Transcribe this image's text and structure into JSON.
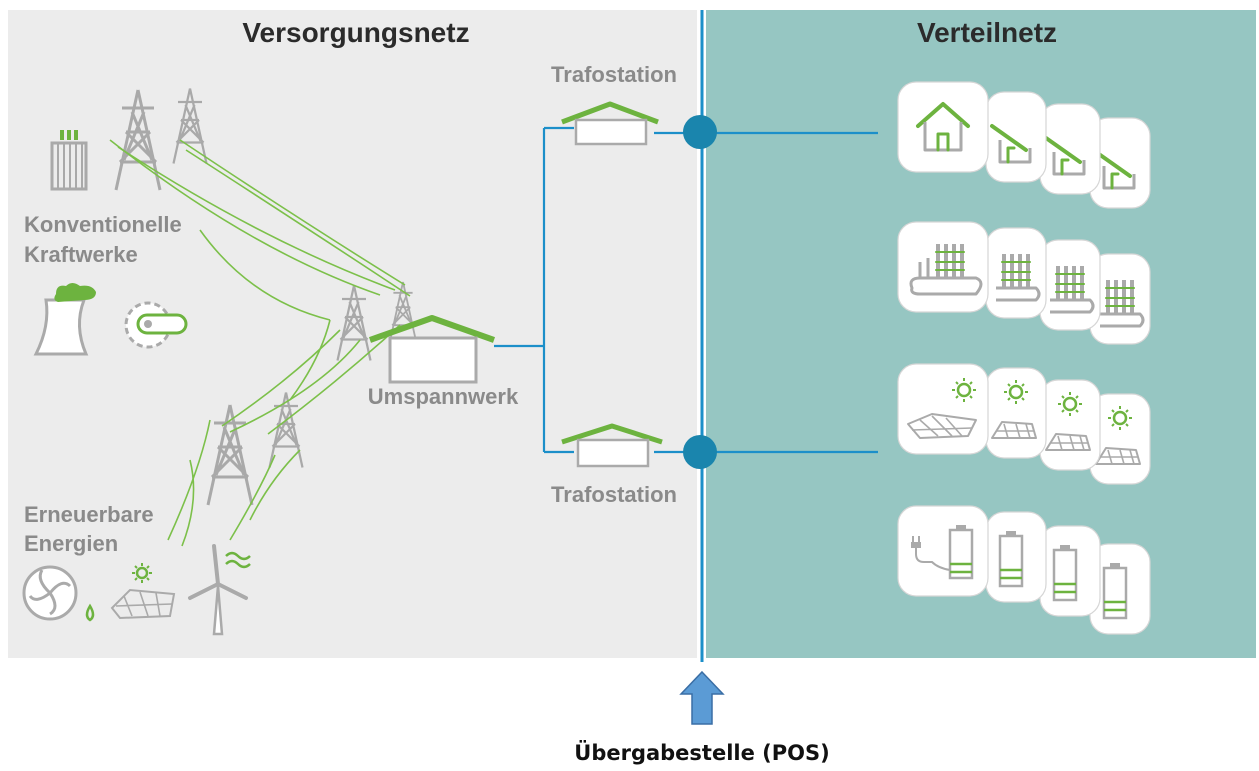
{
  "supply_network": {
    "title": "Versorgungsnetz",
    "conventional_label_line1": "Konventionelle",
    "conventional_label_line2": "Kraftwerke",
    "renewable_label_line1": "Erneuerbare",
    "renewable_label_line2": "Energien",
    "substation_label": "Umspannwerk"
  },
  "transformer_station_top": {
    "label": "Trafostation"
  },
  "transformer_station_bottom": {
    "label": "Trafostation"
  },
  "distribution_network": {
    "title": "Verteilnetz"
  },
  "handover_point": {
    "label": "Übergabestelle (POS)"
  },
  "colors": {
    "supply_background": "#ececec",
    "distribution_background": "#96c6c2",
    "line_blue": "#1c8fc9",
    "accent_green": "#6db33f",
    "arrow_blue": "#5b9bd5"
  },
  "icons": [
    "transformer-icon",
    "power-tower-icon",
    "cooling-tower-icon",
    "turbine-icon",
    "hydro-turbine-icon",
    "water-drop-icon",
    "solar-panel-icon",
    "sun-icon",
    "wind-turbine-icon",
    "wind-waves-icon",
    "house-icon",
    "factory-icon",
    "battery-icon",
    "plug-icon",
    "up-arrow-icon"
  ]
}
